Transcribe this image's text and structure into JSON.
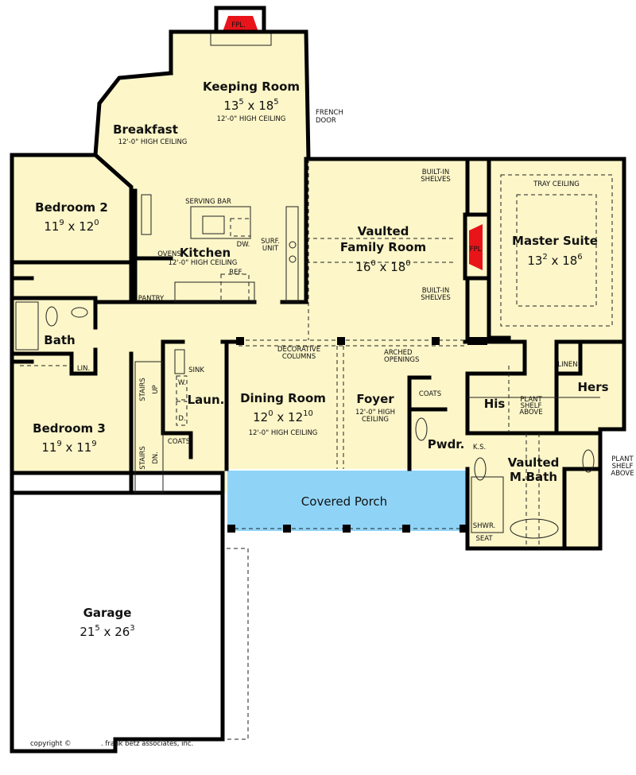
{
  "colors": {
    "floor": "#fcf6c8",
    "porch": "#8fd4f7",
    "fireplace": "#e8141a",
    "wall": "#000000",
    "garage": "#ffffff"
  },
  "fireplaces": {
    "keeping": "FPL.",
    "family": "FPL"
  },
  "keeping_room": {
    "name": "Keeping Room",
    "w_ft": "13",
    "w_in": "5",
    "l_ft": "18",
    "l_in": "5",
    "ceiling": "12'-0\" HIGH CEILING"
  },
  "french_door": [
    "FRENCH",
    "DOOR"
  ],
  "breakfast": {
    "name": "Breakfast",
    "ceiling": "12'-0\" HIGH CEILING"
  },
  "bedroom2": {
    "name": "Bedroom 2",
    "w_ft": "11",
    "w_in": "9",
    "l_ft": "12",
    "l_in": "0"
  },
  "kitchen": {
    "name": "Kitchen",
    "ceiling": "12'-0\" HIGH CEILING",
    "serving_bar": "SERVING BAR",
    "ovens": "OVENS",
    "dw": "DW.",
    "surf_unit": [
      "SURF.",
      "UNIT"
    ],
    "ref": "REF.",
    "pantry": "PANTRY"
  },
  "family_room": {
    "name": [
      "Vaulted",
      "Family Room"
    ],
    "w_ft": "16",
    "w_in": "0",
    "l_ft": "18",
    "l_in": "0",
    "shelves_top": [
      "BUILT-IN",
      "SHELVES"
    ],
    "shelves_bottom": [
      "BUILT-IN",
      "SHELVES"
    ]
  },
  "master_suite": {
    "name": "Master Suite",
    "w_ft": "13",
    "w_in": "2",
    "l_ft": "18",
    "l_in": "6",
    "tray": "TRAY CEILING"
  },
  "bath": {
    "name": "Bath",
    "lin": "LIN."
  },
  "bedroom3": {
    "name": "Bedroom 3",
    "w_ft": "11",
    "w_in": "9",
    "l_ft": "11",
    "l_in": "9"
  },
  "stairs": {
    "up": [
      "STAIRS",
      "UP"
    ],
    "down": [
      "STAIRS",
      "DN."
    ]
  },
  "laundry": {
    "name": "Laun.",
    "sink": "SINK",
    "w": "W.",
    "d": "D.",
    "coats": "COATS"
  },
  "columns": [
    "DECORATIVE",
    "COLUMNS"
  ],
  "arched": [
    "ARCHED",
    "OPENINGS"
  ],
  "dining": {
    "name": "Dining Room",
    "w_ft": "12",
    "w_in": "0",
    "l_ft": "12",
    "l_in": "10",
    "ceiling": "12'-0\" HIGH CEILING"
  },
  "foyer": {
    "name": "Foyer",
    "ceiling": [
      "12'-0\" HIGH",
      "CEILING"
    ]
  },
  "powder": {
    "name": "Pwdr.",
    "coats": "COATS"
  },
  "his": "His",
  "hers": "Hers",
  "linen": "LINEN",
  "plant_shelf_center": [
    "PLANT",
    "SHELF",
    "ABOVE"
  ],
  "plant_shelf_right": [
    "PLANT",
    "SHELF",
    "ABOVE"
  ],
  "mbath": {
    "name": [
      "Vaulted",
      "M.Bath"
    ],
    "ks": "K.S.",
    "shwr": "SHWR.",
    "seat": "SEAT"
  },
  "porch": "Covered Porch",
  "garage": {
    "name": "Garage",
    "w_ft": "21",
    "w_in": "5",
    "l_ft": "26",
    "l_in": "3"
  },
  "footer": {
    "copyright": "copyright ©",
    "company": ". frank betz associates, inc."
  }
}
